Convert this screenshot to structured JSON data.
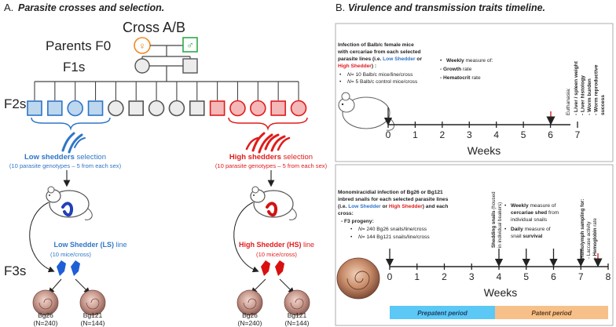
{
  "panelA": {
    "title_letter": "A.",
    "title": "Parasite crosses and selection.",
    "cross_label": "Cross A/B",
    "parents_label": "Parents F0",
    "f1_label": "F1s",
    "f2_label": "F2s",
    "f3_label": "F3s",
    "female_symbol": "♀",
    "male_symbol": "♂",
    "low": {
      "title_bold": "Low shedders",
      "title_rest": " selection",
      "sub": "(10 parasite genotypes – 5 from each sex)",
      "line_bold": "Low Shedder (LS)",
      "line_rest": " line",
      "line_sub": "(10 mice/cross)",
      "snail1_name": "Bg26",
      "snail1_n": "(N=240)",
      "snail2_name": "Bg121",
      "snail2_n": "(N=144)"
    },
    "high": {
      "title_bold": "High shedders",
      "title_rest": " selection",
      "sub": "(10 parasite genotypes – 5 from each sex)",
      "line_bold": "High Shedder (HS)",
      "line_rest": " line",
      "line_sub": "(10 mice/cross)",
      "snail1_name": "Bg26",
      "snail1_n": "(N=240)",
      "snail2_name": "Bg121",
      "snail2_n": "(N=144)"
    }
  },
  "panelB": {
    "title_letter": "B.",
    "title": "Virulence and transmission traits timeline.",
    "mice": {
      "intro_1": "Infection of Balb/c female mice",
      "intro_2": "with cercariae from each selected",
      "intro_3": "parasite lines (i.e. ",
      "low_label": "Low Shedder",
      "or": " or",
      "high_label": "High Shedder",
      "intro_end": ") :",
      "bullet_1_n": "N",
      "bullet_1": "= 10 Balb/c mice/line/cross",
      "bullet_2_n": "N",
      "bullet_2": "= 5 Balb/c control mice/cross",
      "weekly_bold": "Weekly",
      "weekly_rest": " measure of:",
      "growth_bold": "- Growth",
      "growth_rest": " rate",
      "hema_bold": "- Hematocrit",
      "hema_rest": " rate",
      "euthanasia": "Euthanasia:",
      "traits": [
        "Liver / spleen weight",
        "Liver histology",
        "Worm burden",
        "Worm reproductive",
        "success"
      ],
      "ticks": [
        "0",
        "1",
        "2",
        "3",
        "4",
        "5",
        "6",
        "7"
      ],
      "axis_label": "Weeks"
    },
    "snails": {
      "intro_1": "Monomiracidial infection of Bg26 or Bg121",
      "intro_2": "inbred snails for each selected parasite lines",
      "intro_3": "(i.e. ",
      "low_label": "Low Shedder",
      "or": " or ",
      "high_label": "High Shedder",
      "intro_end": ") and each",
      "intro_4": "cross:",
      "f3": "-  F3 progeny:",
      "bullet_1_n": "N",
      "bullet_1": "= 240 Bg26 snails/line/cross",
      "bullet_2_n": "N",
      "bullet_2": "= 144 Bg121 snails/line/cross",
      "shedding_bold": "Shedding snails",
      "shedding_rest": " (housed",
      "shedding_2": "in individual beakers)",
      "weekly_bold": "Weekly",
      "weekly_rest": " measure of",
      "cercariae_bold": "cercariae shed",
      "cercariae_rest": " from",
      "individual": "individual snails",
      "daily_bold": "Daily",
      "daily_rest": " measure of",
      "snail_of": "snail ",
      "survival_bold": "survival",
      "hemolymph_bold": "Hemolymph sampling for:",
      "laccase_rest": "- Laccase",
      "laccase_tail": " activity",
      "hemoglobin_rest": "- Hemoglobin",
      "hemoglobin_tail": " rate",
      "ticks": [
        "0",
        "1",
        "2",
        "3",
        "4",
        "5",
        "6",
        "7",
        "8"
      ],
      "axis_label": "Weeks",
      "prepatent": "Prepatent period",
      "patent": "Patent period"
    }
  },
  "colors": {
    "blue": "#2e75c7",
    "blue_fill": "#bdd7ee",
    "red": "#e01b1b",
    "red_fill": "#f4b8b8",
    "female": "#f08a24",
    "male": "#2fa84a",
    "gray_fill": "#ececec",
    "prepatent_bar": "#5bc8f5",
    "patent_bar": "#f7c089",
    "marker_red": "#e02020"
  }
}
